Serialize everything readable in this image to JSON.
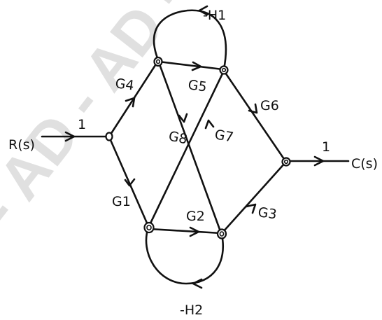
{
  "watermark": "- AD - AD - AD -",
  "labels": {
    "input": "R(s)",
    "output": "C(s)",
    "in_gain": "1",
    "out_gain": "1",
    "g1": "G1",
    "g2": "G2",
    "g3": "G3",
    "g4": "G4",
    "g5": "G5",
    "g6": "G6",
    "g7": "G7",
    "g8": "G8",
    "h1": "-H1",
    "h2": "-H2"
  },
  "colors": {
    "ink": "#111111",
    "watermark": "#c8c8c8",
    "background": "#ffffff"
  }
}
